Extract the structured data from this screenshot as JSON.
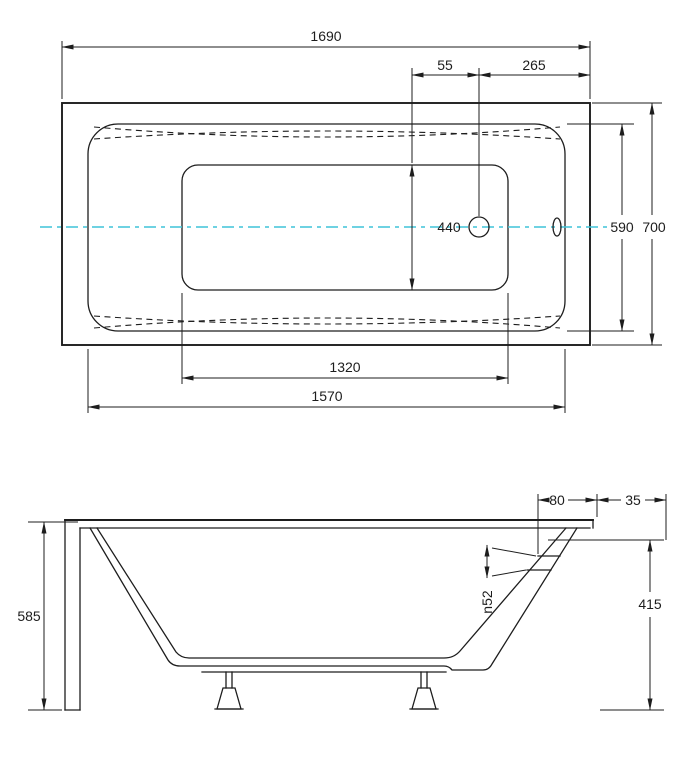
{
  "meta": {
    "background": "#ffffff",
    "line_color": "#1d1d1d",
    "centerline_color": "#3fc4d8"
  },
  "top_view": {
    "overall_length": "1690",
    "overflow_offset": "55",
    "waste_to_edge": "265",
    "floor_width": "440",
    "inner_width": "590",
    "overall_width": "700",
    "floor_length": "1320",
    "inner_length": "1570"
  },
  "side_view": {
    "total_height": "585",
    "overflow_to_edge": "80",
    "rim_edge": "35",
    "overflow_diameter": "n52",
    "shell_height": "415"
  }
}
